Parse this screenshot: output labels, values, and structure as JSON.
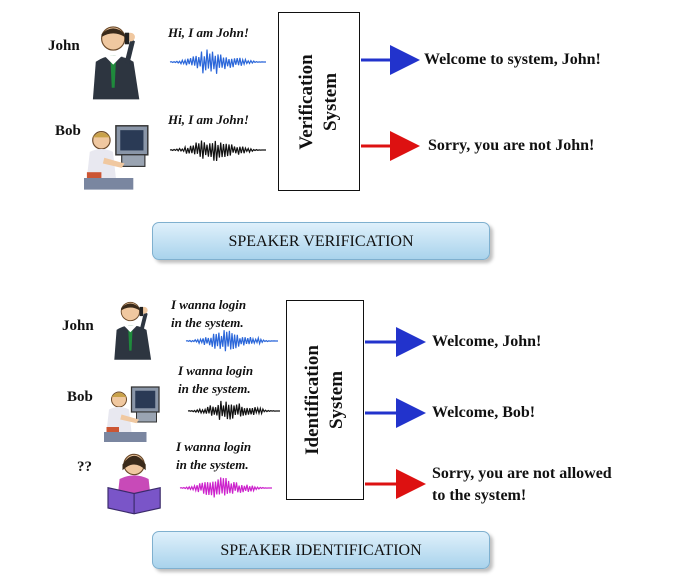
{
  "verification": {
    "speakers": [
      {
        "name": "John",
        "speech": "Hi, I am John!",
        "wave_color": "#2a66d9",
        "figure": "man-on-phone-icon"
      },
      {
        "name": "Bob",
        "speech": "Hi, I am John!",
        "wave_color": "#111111",
        "figure": "man-at-computer-icon"
      }
    ],
    "system_label": [
      "Verification",
      "System"
    ],
    "results": [
      {
        "text": "Welcome to system, John!",
        "arrow_color": "#2233cc"
      },
      {
        "text": "Sorry, you are not John!",
        "arrow_color": "#dd1111"
      }
    ],
    "banner": "SPEAKER VERIFICATION"
  },
  "identification": {
    "speakers": [
      {
        "name": "John",
        "speech_line1": "I wanna login",
        "speech_line2": "in the system.",
        "wave_color": "#2a66d9",
        "figure": "man-on-phone-icon"
      },
      {
        "name": "Bob",
        "speech_line1": "I wanna login",
        "speech_line2": "in the system.",
        "wave_color": "#111111",
        "figure": "man-at-computer-icon"
      },
      {
        "name": "??",
        "speech_line1": "I wanna login",
        "speech_line2": "in the system.",
        "wave_color": "#cc22cc",
        "figure": "woman-reading-icon"
      }
    ],
    "system_label": [
      "Identification",
      "System"
    ],
    "results": [
      {
        "text": "Welcome, John!",
        "arrow_color": "#2233cc"
      },
      {
        "text": "Welcome, Bob!",
        "arrow_color": "#2233cc"
      },
      {
        "text_line1": "Sorry, you are not allowed",
        "text_line2": "to the system!",
        "arrow_color": "#dd1111"
      }
    ],
    "banner": "SPEAKER IDENTIFICATION"
  }
}
